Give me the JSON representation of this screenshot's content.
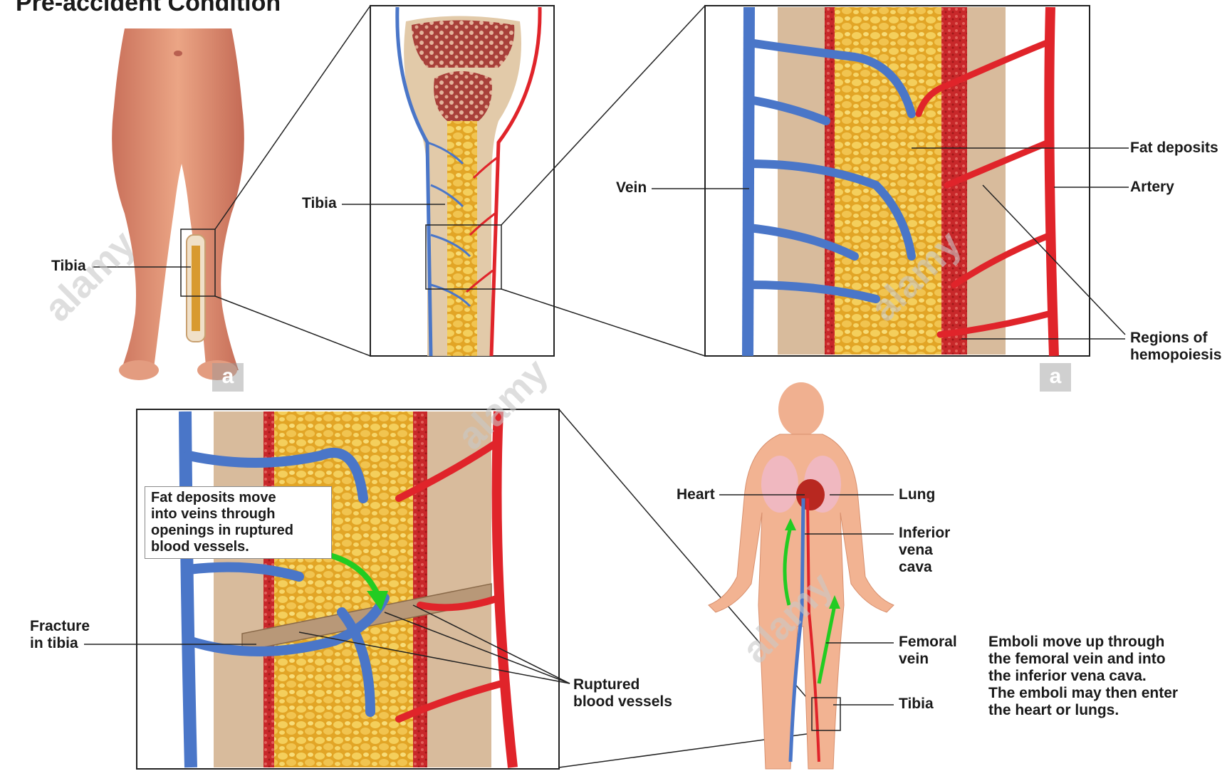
{
  "title": "Pre-accident Condition",
  "labels": {
    "tibia_body": "Tibia",
    "tibia_bone": "Tibia",
    "vein": "Vein",
    "fat_deposits": "Fat deposits",
    "artery": "Artery",
    "hemopoiesis": "Regions of\nhemopoiesis",
    "fat_note": "Fat deposits move\ninto veins through\nopenings in ruptured\nblood vessels.",
    "fracture": "Fracture\nin tibia",
    "ruptured": "Ruptured\nblood vessels",
    "heart": "Heart",
    "lung": "Lung",
    "ivc": "Inferior\nvena\ncava",
    "femoral": "Femoral\nvein",
    "tibia_figure": "Tibia",
    "emboli_note": "Emboli move up through\nthe femoral vein and into\nthe inferior vena cava.\nThe emboli may then enter\nthe heart or lungs."
  },
  "watermark": {
    "letter": "a",
    "brand": "alamy"
  },
  "colors": {
    "vein": "#4a76c8",
    "artery": "#e0242a",
    "bone": "#d8bfa0",
    "marrow_fat": "#e8b030",
    "skin": "#e8a080",
    "arrow": "#22cc22",
    "line": "#222222"
  }
}
